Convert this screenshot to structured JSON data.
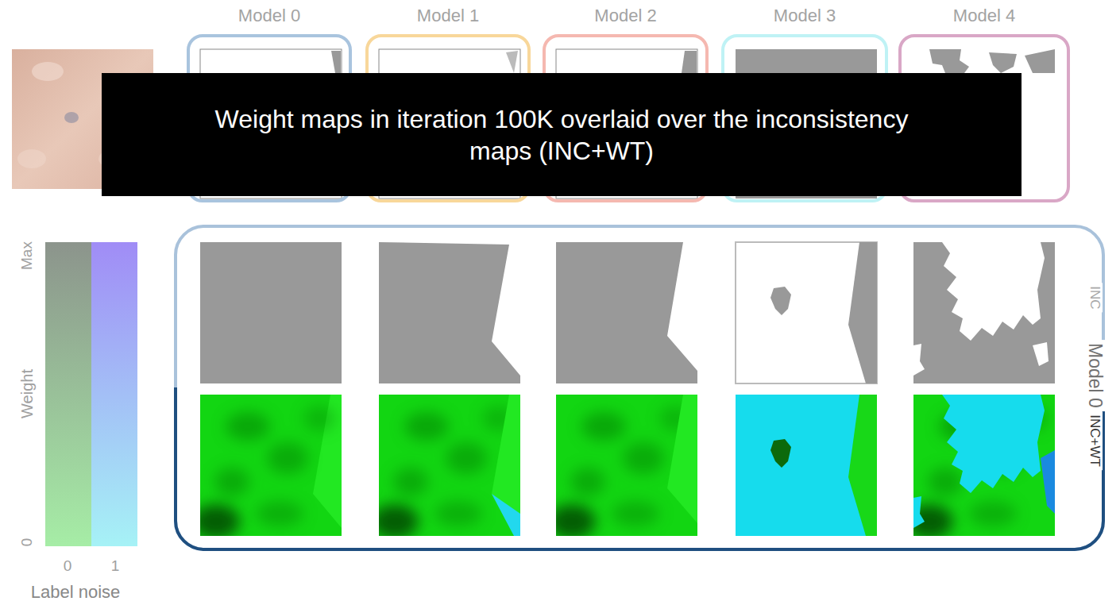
{
  "diagram": {
    "nodes": [
      {
        "text": [
          "Model 0"
        ]
      },
      {
        "text": [
          "Model 1"
        ]
      },
      {
        "text": [
          "Model 2"
        ]
      },
      {
        "text": [
          "Model 3"
        ]
      },
      {
        "text": [
          "Model 4"
        ]
      },
      {
        "text": [
          "Weight maps in iteration 100K overlaid over the inconsistency maps (INC+WT)"
        ]
      },
      {
        "text": [
          "INC",
          "Model 0",
          "INC+WT"
        ]
      }
    ],
    "labels": [
      "Max",
      "Weight",
      "0",
      "0",
      "1",
      "Label noise"
    ]
  }
}
